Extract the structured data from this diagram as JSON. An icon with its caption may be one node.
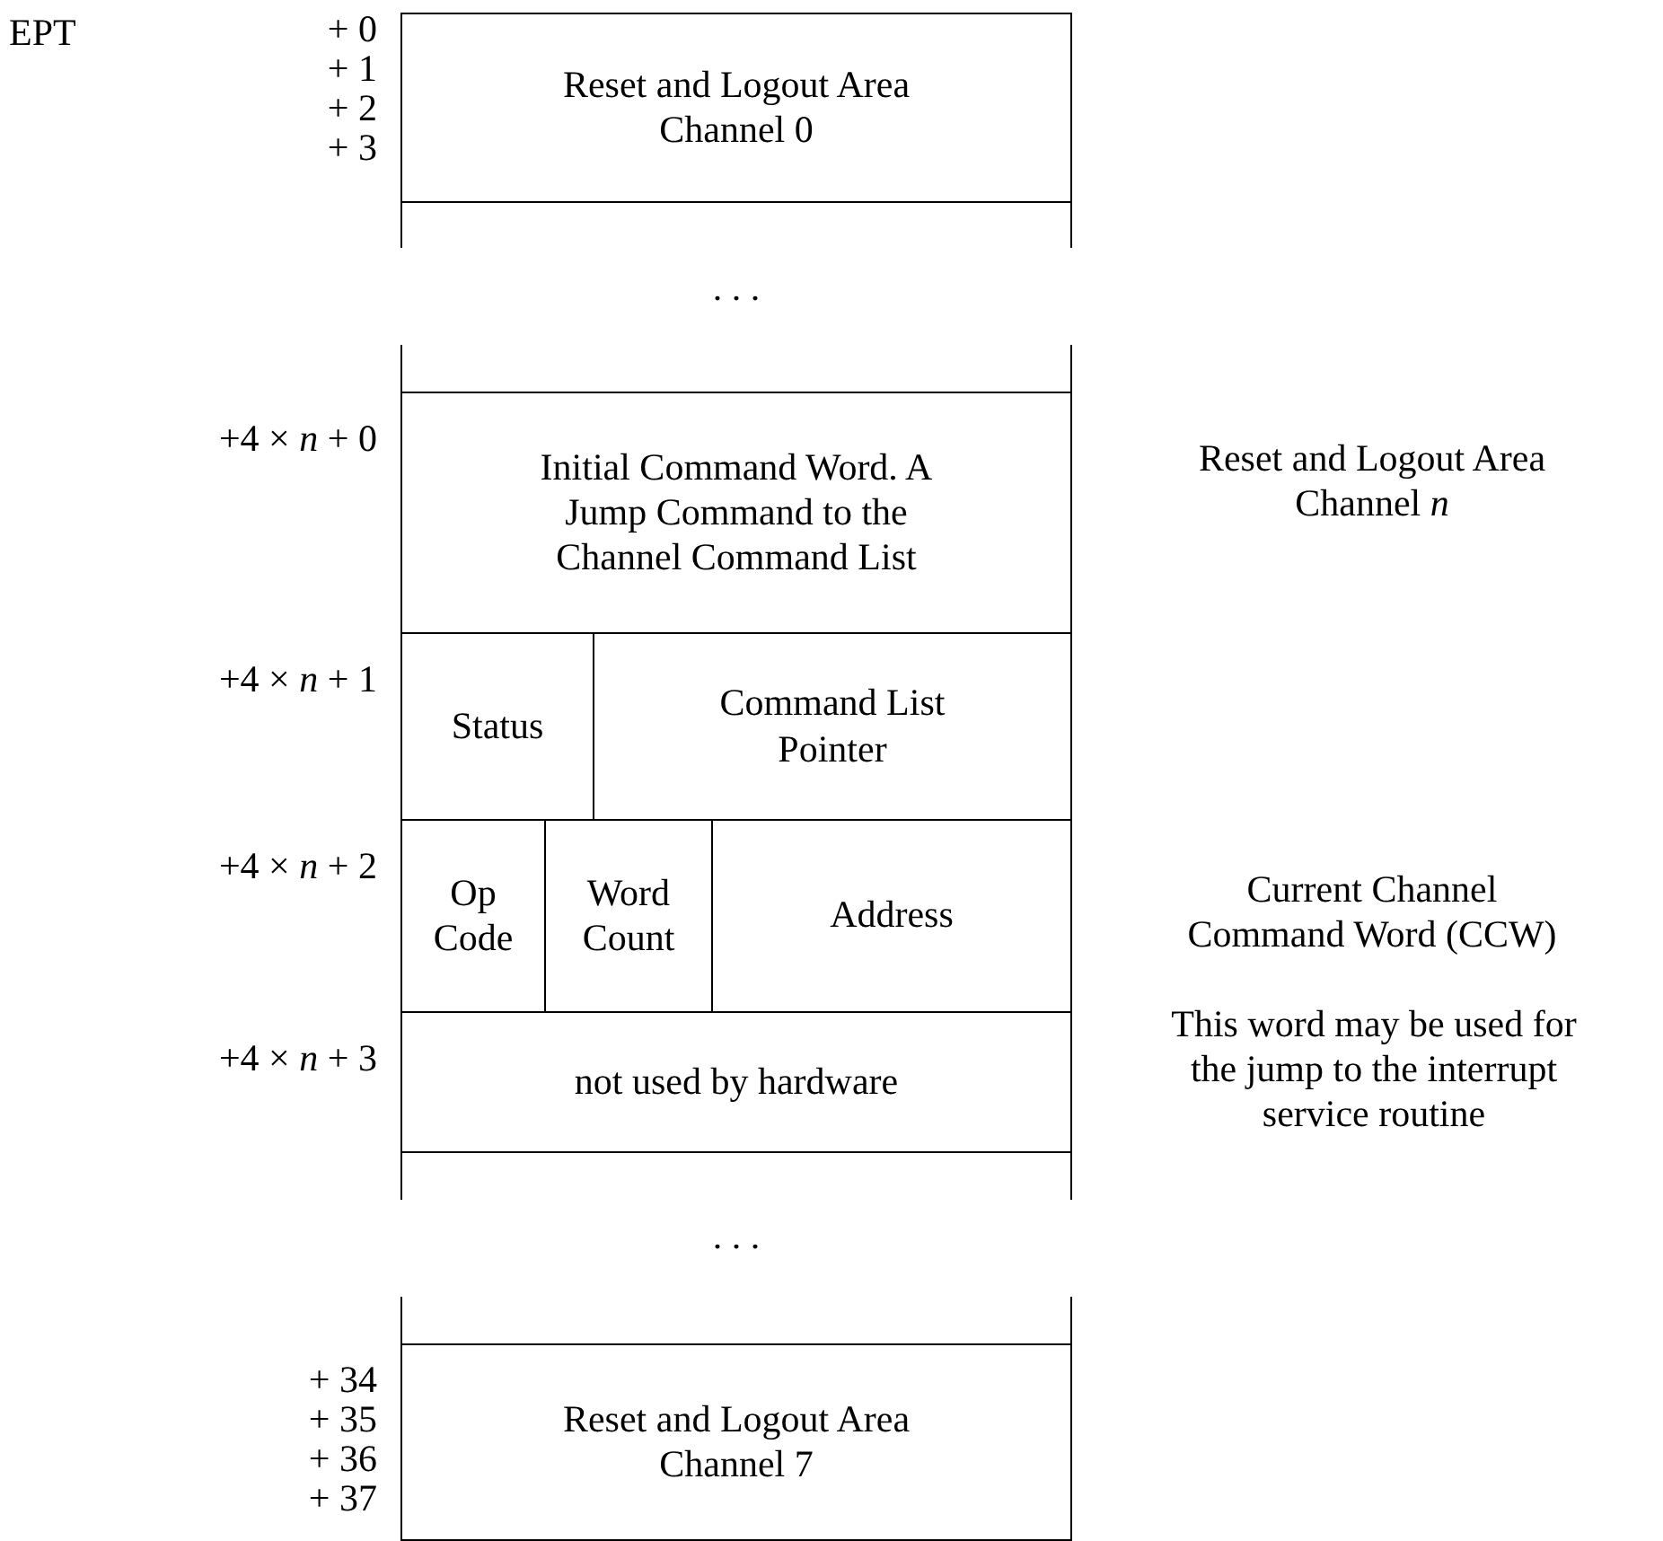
{
  "diagram": {
    "nodes": [
      {
        "text": [
          "Reset and Logout Area Channel 0"
        ]
      },
      {
        "text": [],
        "shape": "box"
      },
      {
        "text": [],
        "shape": "box"
      },
      {
        "text": [
          "Initial Command Word. A Jump Command to the Channel Command List"
        ]
      },
      {
        "text": [
          "Status"
        ]
      },
      {
        "text": [
          "Command List Pointer"
        ]
      },
      {
        "text": [
          "Op Code"
        ]
      },
      {
        "text": [
          "Word Count"
        ]
      },
      {
        "text": [
          "Address"
        ]
      },
      {
        "text": [
          "not used by hardware"
        ]
      },
      {
        "text": [],
        "shape": "box"
      },
      {
        "text": [],
        "shape": "box"
      },
      {
        "text": [
          "Reset and Logout Area Channel 7"
        ]
      }
    ],
    "labels": [
      "EPT",
      "+ 0",
      "+ 1",
      "+ 2",
      "+ 3",
      ". . .",
      "+4 × *n* + 0",
      "Reset and Logout Area Channel *n*",
      "+4 × *n* + 1",
      "+4 × *n* + 2",
      "Current Channel Command Word (CCW)",
      "+4 × *n* + 3",
      "This word may be used for the jump to the interrupt service routine",
      ". . .",
      "+ 34",
      "+ 35",
      "+ 36",
      "+ 37"
    ]
  }
}
